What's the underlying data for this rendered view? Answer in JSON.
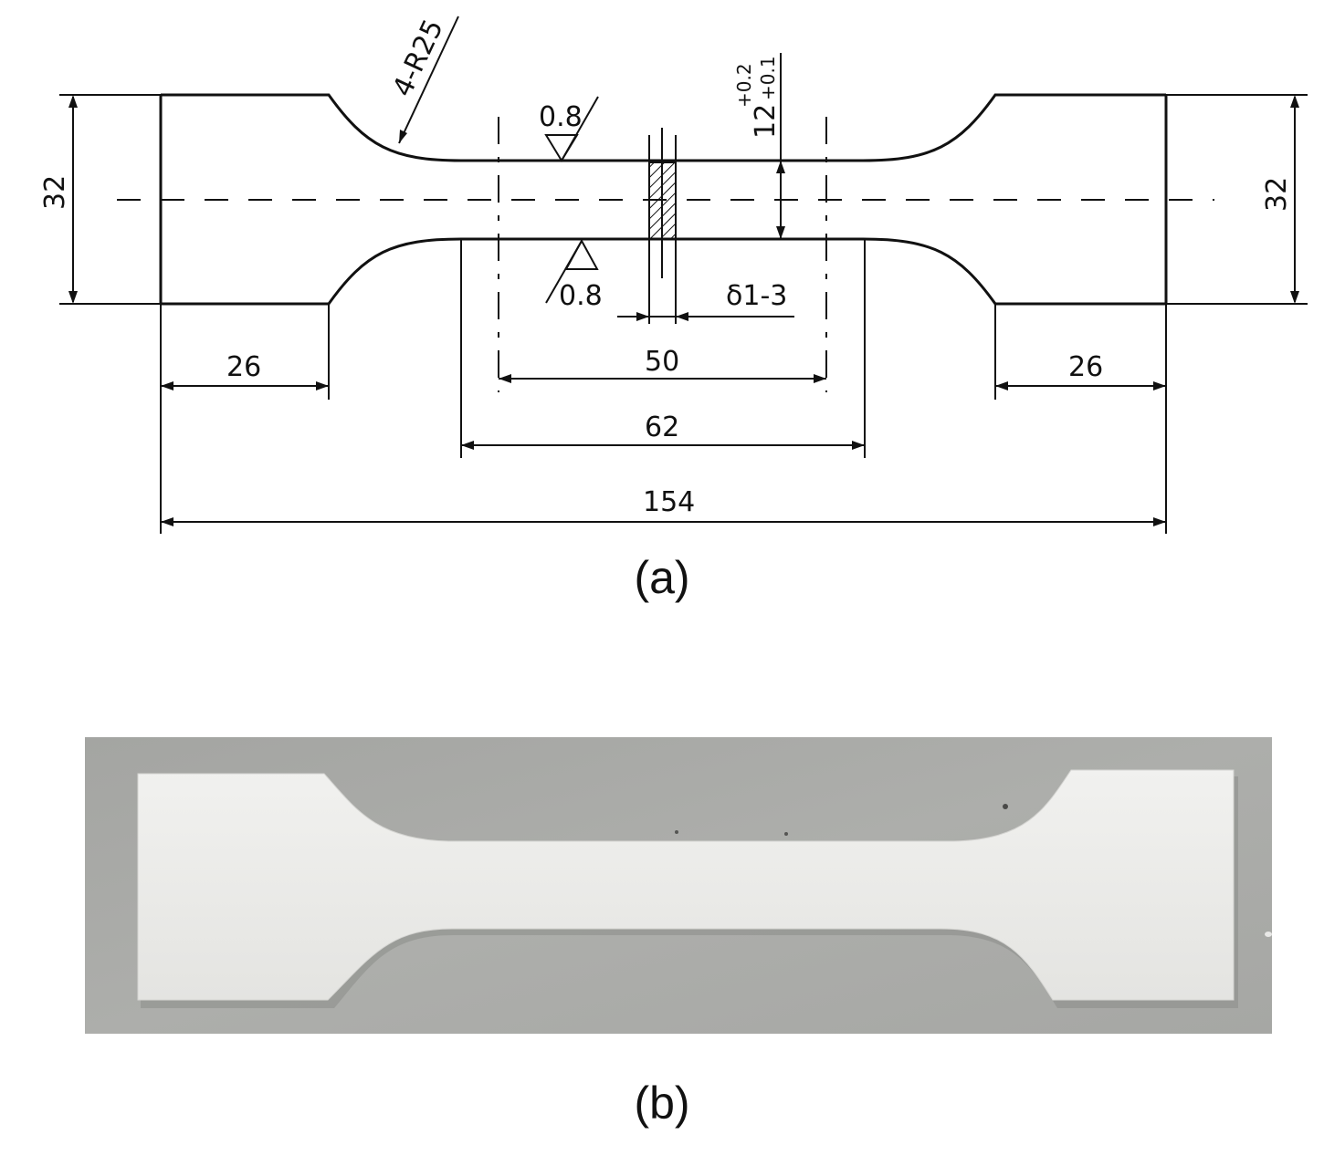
{
  "drawing": {
    "dimensions": {
      "left_height": "32",
      "right_height": "32",
      "radius": "4-R25",
      "roughness_top": "0.8",
      "roughness_bottom": "0.8",
      "width_main": "12",
      "width_tol_upper": "+0.2",
      "width_tol_lower": "+0.1",
      "thickness": "δ1-3",
      "gauge_length": "50",
      "parallel_length": "62",
      "left_grip_length": "26",
      "right_grip_length": "26",
      "overall_length": "154"
    },
    "caption": "(a)"
  },
  "photo": {
    "caption": "(b)"
  },
  "colors": {
    "line": "#111111",
    "photo_background": "#a9aaa7",
    "specimen": "#ececea"
  }
}
